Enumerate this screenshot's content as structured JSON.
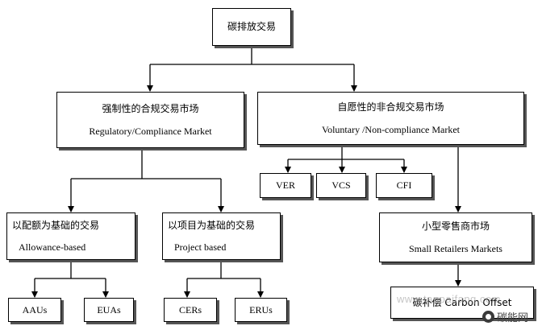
{
  "diagram": {
    "root": {
      "label": "碳排放交易"
    },
    "regulatory": {
      "cn": "强制性的合规交易市场",
      "en": "Regulatory/Compliance Market"
    },
    "voluntary": {
      "cn": "自愿性的非合规交易市场",
      "en": "Voluntary /Non-compliance Market"
    },
    "ver": "VER",
    "vcs": "VCS",
    "cfi": "CFI",
    "allowance": {
      "cn": "以配额为基础的交易",
      "en": "Allowance-based"
    },
    "project": {
      "cn": "以项目为基础的交易",
      "en": "Project based"
    },
    "small_retail": {
      "cn": "小型零售商市场",
      "en": "Small Retailers Markets"
    },
    "aaus": "AAUs",
    "euas": "EUAs",
    "cers": "CERs",
    "erus": "ERUs",
    "carbon_offset": "碳补偿 Carbon Offset"
  },
  "watermark": "www.tanpaifang.com",
  "brand": {
    "name": "碳能网",
    "icon": "circle-logo-icon"
  },
  "colors": {
    "line": "#000000",
    "shadow": "#555555",
    "background": "#ffffff"
  }
}
